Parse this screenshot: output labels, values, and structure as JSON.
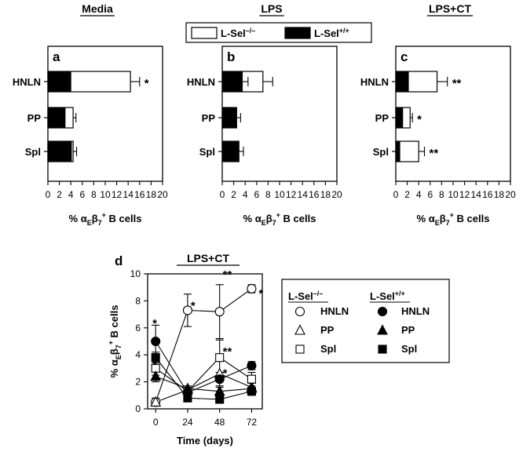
{
  "panels_top": [
    {
      "letter": "a",
      "title": "Media",
      "categories": [
        "HNLN",
        "PP",
        "Spl"
      ],
      "x_ticks": [
        "0",
        "2",
        "4",
        "6",
        "8",
        "10",
        "12",
        "14",
        "16",
        "18",
        "20"
      ],
      "xlabel_prefix": "% ",
      "xlabel_alpha": "α",
      "xlabel_sub_e": "E",
      "xlabel_beta": "β",
      "xlabel_sub_7": "7",
      "xlabel_sup": "+",
      "xlabel_suffix": " B cells",
      "annotations": [
        "*",
        "",
        ""
      ]
    },
    {
      "letter": "b",
      "title": "LPS",
      "categories": [
        "HNLN",
        "PP",
        "Spl"
      ],
      "x_ticks": [
        "0",
        "2",
        "4",
        "6",
        "8",
        "10",
        "12",
        "14",
        "16",
        "18",
        "20"
      ],
      "xlabel_prefix": "% ",
      "xlabel_alpha": "α",
      "xlabel_sub_e": "E",
      "xlabel_beta": "β",
      "xlabel_sub_7": "7",
      "xlabel_sup": "+",
      "xlabel_suffix": " B cells",
      "annotations": [
        "",
        "",
        ""
      ]
    },
    {
      "letter": "c",
      "title": "LPS+CT",
      "categories": [
        "HNLN",
        "PP",
        "Spl"
      ],
      "x_ticks": [
        "0",
        "2",
        "4",
        "6",
        "8",
        "10",
        "12",
        "14",
        "16",
        "18",
        "20"
      ],
      "xlabel_prefix": "% ",
      "xlabel_alpha": "α",
      "xlabel_sub_e": "E",
      "xlabel_beta": "β",
      "xlabel_sub_7": "7",
      "xlabel_sup": "+",
      "xlabel_suffix": " B cells",
      "annotations": [
        "**",
        "*",
        "**"
      ]
    }
  ],
  "top_legend": {
    "ko_label": "L-Sel",
    "ko_sup": "–/–",
    "wt_label": "L-Sel",
    "wt_sup": "+/+"
  },
  "panel_d": {
    "letter": "d",
    "title": "LPS+CT",
    "ylabel_prefix": "% ",
    "ylabel_alpha": "α",
    "ylabel_sub_e": "E",
    "ylabel_beta": "β",
    "ylabel_sub_7": "7",
    "ylabel_sup": "+",
    "ylabel_suffix": " B cells",
    "xlabel": "Time (days)",
    "x_ticks": [
      "0",
      "24",
      "48",
      "72"
    ],
    "y_ticks": [
      "0",
      "2",
      "4",
      "6",
      "8",
      "10"
    ],
    "annotations": [
      {
        "text": "*",
        "day": 0,
        "y": 6.4
      },
      {
        "text": "*",
        "day": 0,
        "y": 3.3
      },
      {
        "text": "*",
        "day": 24,
        "y": 7.7
      },
      {
        "text": "**",
        "day": 48,
        "y": 10.0
      },
      {
        "text": "**",
        "day": 48,
        "y": 4.3
      },
      {
        "text": "*",
        "day": 48,
        "y": 2.7
      },
      {
        "text": "*",
        "day": 72,
        "y": 8.6
      }
    ]
  },
  "d_legend": {
    "ko_header": "L-Sel",
    "ko_sup": "–/–",
    "wt_header": "L-Sel",
    "wt_sup": "+/+",
    "rows": [
      "HNLN",
      "PP",
      "Spl"
    ]
  },
  "colors": {
    "ink": "#000000",
    "paper": "#ffffff"
  },
  "chart_data": [
    {
      "type": "bar",
      "panel": "a",
      "title": "Media",
      "orientation": "horizontal",
      "categories": [
        "HNLN",
        "PP",
        "Spl"
      ],
      "series": [
        {
          "name": "L-Sel–/–",
          "values": [
            14.4,
            4.4,
            4.4
          ],
          "errors": [
            1.6,
            0.5,
            0.6
          ]
        },
        {
          "name": "L-Sel+/+",
          "values": [
            4.0,
            3.0,
            4.1
          ],
          "errors": [
            0,
            0,
            0
          ]
        }
      ],
      "xlim": [
        0,
        20
      ]
    },
    {
      "type": "bar",
      "panel": "b",
      "title": "LPS",
      "orientation": "horizontal",
      "categories": [
        "HNLN",
        "PP",
        "Spl"
      ],
      "series": [
        {
          "name": "L-Sel–/–",
          "values": [
            7.1,
            2.5,
            2.9
          ],
          "errors": [
            1.7,
            0.7,
            0.8
          ]
        },
        {
          "name": "L-Sel+/+",
          "values": [
            3.5,
            2.5,
            2.9
          ],
          "errors": [
            1.0,
            0,
            0
          ]
        }
      ],
      "xlim": [
        0,
        20
      ]
    },
    {
      "type": "bar",
      "panel": "c",
      "title": "LPS+CT",
      "orientation": "horizontal",
      "categories": [
        "HNLN",
        "PP",
        "Spl"
      ],
      "series": [
        {
          "name": "L-Sel–/–",
          "values": [
            7.2,
            2.5,
            4.0
          ],
          "errors": [
            1.8,
            0.4,
            1.0
          ]
        },
        {
          "name": "L-Sel+/+",
          "values": [
            2.2,
            1.2,
            0.7
          ],
          "errors": [
            0,
            0,
            0
          ]
        }
      ],
      "xlim": [
        0,
        20
      ]
    },
    {
      "type": "line",
      "panel": "d",
      "title": "LPS+CT",
      "xlabel": "Time (days)",
      "ylabel": "% αEβ7+ B cells",
      "x": [
        0,
        24,
        48,
        72
      ],
      "xlim": [
        -6,
        80
      ],
      "ylim": [
        0,
        10
      ],
      "series": [
        {
          "name": "HNLN",
          "group": "L-Sel–/–",
          "marker": "open-circle",
          "values": [
            0.5,
            7.3,
            7.2,
            8.9
          ],
          "errors": [
            0.3,
            1.2,
            2.0,
            0.3
          ]
        },
        {
          "name": "PP",
          "group": "L-Sel–/–",
          "marker": "open-triangle",
          "values": [
            0.5,
            1.4,
            2.6,
            1.6
          ],
          "errors": [
            0,
            0,
            0,
            0.3
          ]
        },
        {
          "name": "Spl",
          "group": "L-Sel–/–",
          "marker": "open-square",
          "values": [
            3.0,
            1.3,
            3.8,
            2.2
          ],
          "errors": [
            0.5,
            0.3,
            1.3,
            0.5
          ]
        },
        {
          "name": "HNLN",
          "group": "L-Sel+/+",
          "marker": "filled-circle",
          "values": [
            5.0,
            1.2,
            2.2,
            3.2
          ],
          "errors": [
            1.2,
            0.2,
            0.5,
            0.3
          ]
        },
        {
          "name": "PP",
          "group": "L-Sel+/+",
          "marker": "filled-triangle",
          "values": [
            2.4,
            1.5,
            1.3,
            1.5
          ],
          "errors": [
            0.4,
            0.2,
            0.3,
            0.4
          ]
        },
        {
          "name": "Spl",
          "group": "L-Sel+/+",
          "marker": "filled-square",
          "values": [
            3.8,
            0.8,
            0.7,
            1.3
          ],
          "errors": [
            0.4,
            0.1,
            0.2,
            0.3
          ]
        }
      ]
    }
  ]
}
